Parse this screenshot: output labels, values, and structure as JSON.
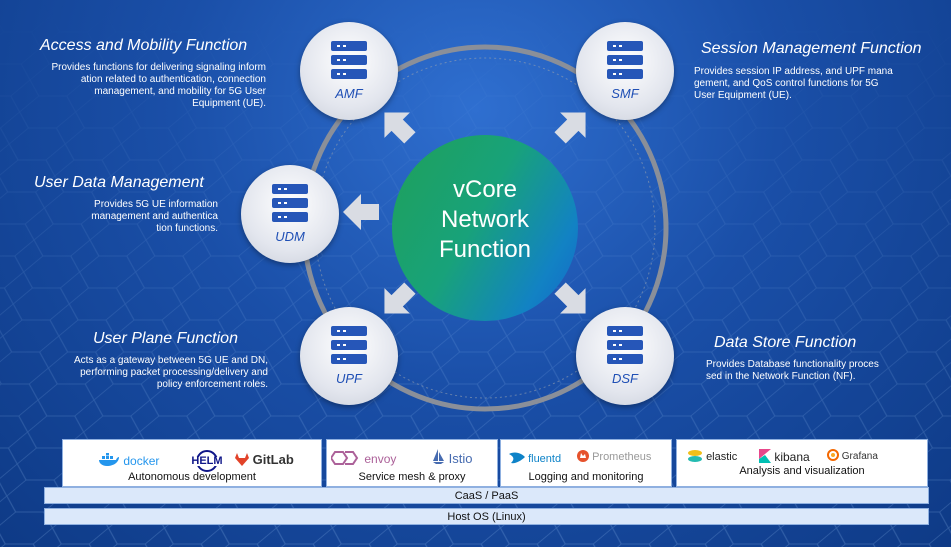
{
  "functions": {
    "amf": {
      "title": "Access and Mobility Function",
      "desc": [
        "Provides functions for delivering signaling inform",
        "ation related to authentication, connection",
        "management, and mobility for 5G User",
        "Equipment (UE)."
      ],
      "label": "AMF"
    },
    "smf": {
      "title": "Session Management Function",
      "desc": [
        "Provides session IP address, and UPF mana",
        "gement, and QoS control functions for 5G",
        "User Equipment (UE)."
      ],
      "label": "SMF"
    },
    "udm": {
      "title": "User Data Management",
      "desc": [
        "Provides 5G UE information",
        "management and authentica",
        "tion functions."
      ],
      "label": "UDM"
    },
    "upf": {
      "title": "User Plane Function",
      "desc": [
        "Acts as a gateway between 5G UE and DN,",
        "performing packet processing/delivery and",
        "policy enforcement roles."
      ],
      "label": "UPF"
    },
    "dsf": {
      "title": "Data Store Function",
      "desc": [
        "Provides Database functionality proces",
        "sed in the Network Function (NF)."
      ],
      "label": "DSF"
    }
  },
  "core": {
    "lines": [
      "vCore",
      "Network",
      "Function"
    ]
  },
  "colors": {
    "core_green": "#1fa05a",
    "core_blue": "#1565c9",
    "node_label": "#1f4fb5"
  },
  "panels": [
    {
      "caption": "Autonomous development",
      "logos": [
        "docker",
        "HELM",
        "GitLab"
      ]
    },
    {
      "caption": "Service mesh & proxy",
      "logos": [
        "envoy",
        "Istio"
      ]
    },
    {
      "caption": "Logging and monitoring",
      "logos": [
        "fluentd",
        "Prometheus"
      ]
    },
    {
      "caption": "Analysis and visualization",
      "logos": [
        "elastic",
        "kibana",
        "Grafana"
      ]
    }
  ],
  "layers": {
    "caas": "CaaS / PaaS",
    "host_os": "Host OS (Linux)"
  }
}
